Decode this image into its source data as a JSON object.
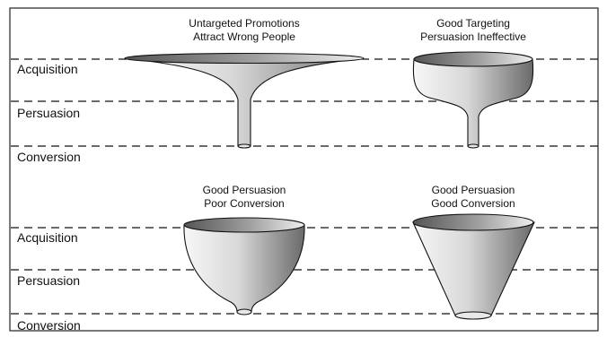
{
  "panels": [
    {
      "caption": [
        "Untargeted Promotions",
        "Attract Wrong People"
      ],
      "stages": [
        "Acquisition",
        "Persuasion",
        "Conversion"
      ]
    },
    {
      "caption": [
        "Good Targeting",
        "Persuasion Ineffective"
      ]
    },
    {
      "caption": [
        "Good Persuasion",
        "Poor Conversion"
      ],
      "stages": [
        "Acquisition",
        "Persuasion",
        "Conversion"
      ]
    },
    {
      "caption": [
        "Good Persuasion",
        "Good Conversion"
      ]
    }
  ],
  "colors": {
    "line": "#111111",
    "funnel_dark": "#6e6e6e",
    "funnel_light": "#f2f2f2"
  }
}
